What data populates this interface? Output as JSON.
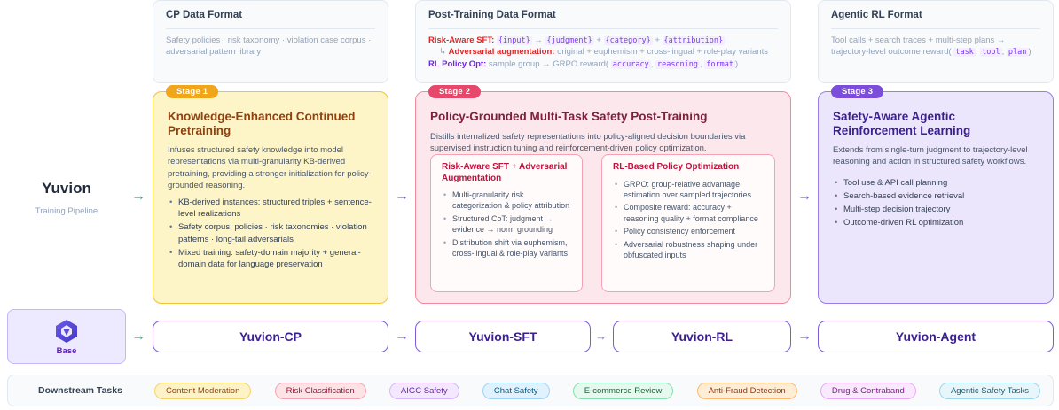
{
  "left": {
    "name": "Yuvion",
    "subtitle": "Training Pipeline"
  },
  "formats": {
    "cp": {
      "title": "CP Data Format",
      "text": "Safety policies · risk taxonomy · violation case corpus · adversarial pattern library"
    },
    "post": {
      "title": "Post-Training Data Format",
      "sft_label": "Risk-Aware SFT:",
      "sft_tokens": [
        "{input}",
        "{judgment}",
        "{category}",
        "{attribution}"
      ],
      "aug_prefix": "↳",
      "aug_label": "Adversarial augmentation:",
      "aug_text": "original + euphemism + cross-lingual + role-play variants",
      "rl_label": "RL Policy Opt:",
      "rl_text": "sample group → GRPO reward(",
      "rl_tokens": [
        "accuracy",
        "reasoning",
        "format"
      ]
    },
    "agentic": {
      "title": "Agentic RL Format",
      "text": "Tool calls + search traces + multi-step plans → trajectory-level outcome reward(",
      "tokens": [
        "task",
        "tool",
        "plan"
      ]
    }
  },
  "stages": {
    "s1": {
      "badge": "Stage 1",
      "title": "Knowledge-Enhanced Continued Pretraining",
      "desc": "Infuses structured safety knowledge into model representations via multi-granularity KB-derived pretraining, providing a stronger initialization for policy-grounded reasoning.",
      "bullets": [
        "KB-derived instances: structured triples + sentence-level realizations",
        "Safety corpus: policies · risk taxonomies · violation patterns · long-tail adversarials",
        "Mixed training: safety-domain majority + general-domain data for language preservation"
      ]
    },
    "s2": {
      "badge": "Stage 2",
      "title": "Policy-Grounded Multi-Task Safety Post-Training",
      "desc": "Distills internalized safety representations into policy-aligned decision boundaries via supervised instruction tuning and reinforcement-driven policy optimization.",
      "sft": {
        "title": "Risk-Aware SFT + Adversarial Augmentation",
        "bullets": [
          "Multi-granularity risk categorization & policy attribution",
          "Structured CoT: judgment → evidence → norm grounding",
          "Distribution shift via euphemism, cross-lingual & role-play variants"
        ]
      },
      "rl": {
        "title": "RL-Based Policy Optimization",
        "bullets": [
          "GRPO: group-relative advantage estimation over sampled trajectories",
          "Composite reward: accuracy + reasoning quality + format compliance",
          "Policy consistency enforcement",
          "Adversarial robustness shaping under obfuscated inputs"
        ]
      }
    },
    "s3": {
      "badge": "Stage 3",
      "title": "Safety-Aware Agentic Reinforcement Learning",
      "desc": "Extends from single-turn judgment to trajectory-level reasoning and action in structured safety workflows.",
      "bullets": [
        "Tool use & API call planning",
        "Search-based evidence retrieval",
        "Multi-step decision trajectory",
        "Outcome-driven RL optimization"
      ]
    }
  },
  "models": {
    "base": "Base",
    "cp": "Yuvion-CP",
    "sft": "Yuvion-SFT",
    "rl": "Yuvion-RL",
    "agent": "Yuvion-Agent"
  },
  "downstream": {
    "label": "Downstream Tasks",
    "tasks": [
      {
        "label": "Content Moderation",
        "bg": "#fef3c7",
        "border": "#f5d36b",
        "color": "#92400e"
      },
      {
        "label": "Risk Classification",
        "bg": "#fde2e6",
        "border": "#f5a3b2",
        "color": "#9f1239"
      },
      {
        "label": "AIGC Safety",
        "bg": "#f3e8ff",
        "border": "#d8b4fe",
        "color": "#6b21a8"
      },
      {
        "label": "Chat Safety",
        "bg": "#e0f2fe",
        "border": "#9fd3f7",
        "color": "#075985"
      },
      {
        "label": "E-commerce Review",
        "bg": "#e6f9ef",
        "border": "#86dfb0",
        "color": "#166534"
      },
      {
        "label": "Anti-Fraud Detection",
        "bg": "#ffedd5",
        "border": "#fdba74",
        "color": "#9a3412"
      },
      {
        "label": "Drug & Contraband",
        "bg": "#fae8ff",
        "border": "#e9a8f5",
        "color": "#86198f"
      },
      {
        "label": "Agentic Safety Tasks",
        "bg": "#e6f6fb",
        "border": "#9dd8ea",
        "color": "#155e75"
      }
    ]
  }
}
